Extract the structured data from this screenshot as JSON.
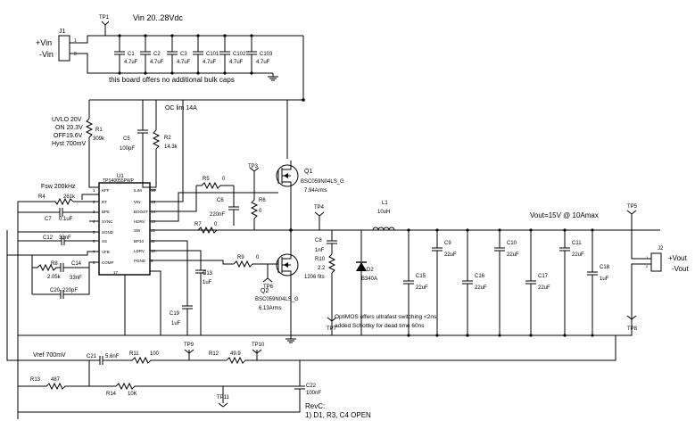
{
  "labels": {
    "tp1": "TP1",
    "vin_range": "Vin 20..28Vdc",
    "vin_pos": "+Vin",
    "vin_neg": "-Vin",
    "j1": "J1",
    "j1_p1": "1",
    "j1_p2": "2",
    "bulk_note": "this board offers no additional bulk caps",
    "oc_lim": "OC lim 14A",
    "uvlo": [
      "UVLO 20V",
      "ON  20.3V",
      "OFF19.6V",
      "Hyst 700mV"
    ],
    "r1": "R1",
    "r1_val": "309k",
    "c5": "C5",
    "c5_val": "100pF",
    "r2": "R2",
    "r2_val": "14.3k",
    "u1": "U1",
    "u1_part": "TPS40055PWP",
    "u1_left_pins": [
      {
        "num": "1",
        "name": "KFF"
      },
      {
        "num": "2",
        "name": "RT"
      },
      {
        "num": "3",
        "name": "BP5"
      },
      {
        "num": "4",
        "name": "SYNC"
      },
      {
        "num": "5",
        "name": "SGND"
      },
      {
        "num": "6",
        "name": "SS"
      },
      {
        "num": "7",
        "name": "VFB"
      },
      {
        "num": "8",
        "name": "COMP"
      }
    ],
    "u1_right_pins": [
      {
        "num": "16",
        "name": "ILIM"
      },
      {
        "num": "15",
        "name": "VIN"
      },
      {
        "num": "14",
        "name": "BOOST"
      },
      {
        "num": "13",
        "name": "HDRV"
      },
      {
        "num": "12",
        "name": "SW"
      },
      {
        "num": "11",
        "name": "BP10"
      },
      {
        "num": "10",
        "name": "LDRV"
      },
      {
        "num": "9",
        "name": "PGND"
      }
    ],
    "u1_pin17": "17",
    "fsw": "Fsw 200kHz",
    "r4": "R4",
    "r4_val": "261k",
    "c7": "C7",
    "c7_val": "0.1uF",
    "c12": "C12",
    "c12_val": "33nF",
    "r8": "R8",
    "r8_val": "2.05k",
    "c14": "C14",
    "c14_val": "33nF",
    "c20": "C20",
    "c20_val": "220pF",
    "r5": "R5",
    "r5_val": "0",
    "c6": "C6",
    "c6_val": "220nF",
    "r6": "R6",
    "r6_val": "0",
    "tp3": "TP3",
    "q1": "Q1",
    "q1_part": "BSC059N04LS_G",
    "q1_rating": "7.94Arms",
    "r7": "R7",
    "r7_val": "0",
    "c13": "C13",
    "c13_val": "1uF",
    "c19": "C19",
    "c19_val": "1uF",
    "r9": "R9",
    "r9_val": "0",
    "tp6": "TP6",
    "q2": "Q2",
    "q2_part": "BSC059N04LS_G",
    "q2_rating": "6.13Arms",
    "tp4": "TP4",
    "l1": "L1",
    "l1_val": "10uH",
    "c8": "C8",
    "c8_val": "1nF",
    "r10": "R10",
    "r10_val": "2.2",
    "r10_note": "1206 fits",
    "d2": "D2",
    "d2_part": "B340A",
    "tp7": "TP7",
    "optimos_note": [
      "OptiMOS offers ultrafast switching <2ns,",
      "added Schottky for dead time 60ns"
    ],
    "vout_spec": "Vout=15V @ 10Amax",
    "tp5": "TP5",
    "tp8": "TP8",
    "j2": "J2",
    "vout_pos": "+Vout",
    "vout_neg": "-Vout",
    "j2_p1": "1",
    "j2_p2": "2",
    "vref": "Vref 700mV",
    "c21": "C21",
    "c21_val": "5.6nF",
    "r11": "R11",
    "r11_val": "100",
    "tp9": "TP9",
    "tp10": "TP10",
    "r12": "R12",
    "r12_val": "49.9",
    "r13": "R13",
    "r13_val": "487",
    "r14": "R14",
    "r14_val": "10K",
    "tp11": "TP11",
    "c22": "C22",
    "c22_val": "100nF",
    "revc": "RevC:",
    "rev_note": "1) D1, R3, C4 OPEN"
  },
  "input_caps": [
    {
      "ref": "C1",
      "val": "4.7uF"
    },
    {
      "ref": "C2",
      "val": "4.7uF"
    },
    {
      "ref": "C3",
      "val": "4.7uF"
    },
    {
      "ref": "C101",
      "val": "4.7uF"
    },
    {
      "ref": "C102",
      "val": "4.7uF"
    },
    {
      "ref": "C103",
      "val": "4.7uF"
    }
  ],
  "output_caps": [
    {
      "ref": "C15",
      "val": "22uF"
    },
    {
      "ref": "C9",
      "val": "22uF"
    },
    {
      "ref": "C16",
      "val": "22uF"
    },
    {
      "ref": "C10",
      "val": "22uF"
    },
    {
      "ref": "C17",
      "val": "22uF"
    },
    {
      "ref": "C11",
      "val": "22uF"
    },
    {
      "ref": "C18",
      "val": "1uF"
    }
  ]
}
